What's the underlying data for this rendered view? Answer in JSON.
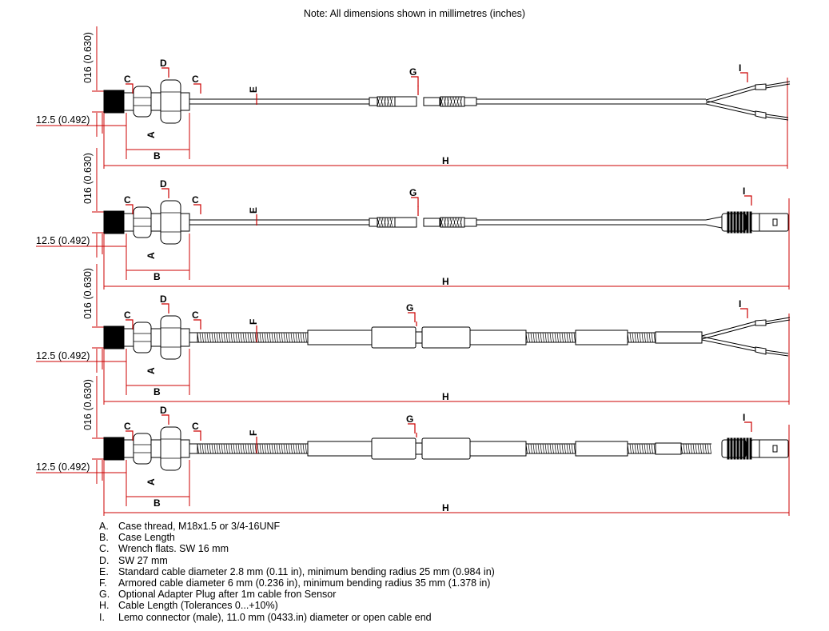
{
  "note": "Note: All dimensions shown in millimetres (inches)",
  "dimensions": {
    "diameter": "016 (0.630)",
    "length": "12.5 (0.492)"
  },
  "callouts": {
    "A": "A",
    "B": "B",
    "C": "C",
    "D": "D",
    "E": "E",
    "F": "F",
    "G": "G",
    "H": "H",
    "I": "I"
  },
  "variants": [
    {
      "cable": "E",
      "end": "open"
    },
    {
      "cable": "E",
      "end": "lemo"
    },
    {
      "cable": "F",
      "end": "open"
    },
    {
      "cable": "F",
      "end": "lemo"
    }
  ],
  "colors": {
    "line": "#000000",
    "callout": "#cc0000"
  },
  "legend": [
    {
      "letter": "A.",
      "text": "Case thread, M18x1.5 or 3/4-16UNF"
    },
    {
      "letter": "B.",
      "text": "Case Length"
    },
    {
      "letter": "C.",
      "text": "Wrench flats. SW 16 mm"
    },
    {
      "letter": "D.",
      "text": "SW 27 mm"
    },
    {
      "letter": "E.",
      "text": "Standard cable diameter 2.8 mm (0.11 in), minimum bending radius 25 mm (0.984 in)"
    },
    {
      "letter": "F.",
      "text": "Armored cable diameter 6 mm (0.236 in), minimum bending radius 35 mm (1.378 in)"
    },
    {
      "letter": "G.",
      "text": "Optional Adapter Plug after 1m cable fron Sensor"
    },
    {
      "letter": "H.",
      "text": "Cable Length (Tolerances 0...+10%)"
    },
    {
      "letter": "I.",
      "text": "Lemo connector (male), 11.0 mm (0433.in) diameter or open cable end"
    }
  ]
}
